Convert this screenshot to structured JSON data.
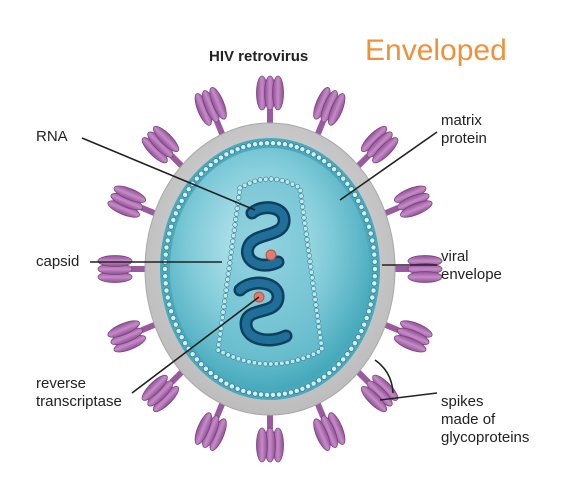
{
  "title": "HIV retrovirus",
  "overlay_label": "Enveloped",
  "labels": {
    "rna": "RNA",
    "capsid": "capsid",
    "reverse_transcriptase": [
      "reverse",
      "transcriptase"
    ],
    "matrix_protein": [
      "matrix",
      "protein"
    ],
    "viral_envelope": [
      "viral",
      "envelope"
    ],
    "spikes": [
      "spikes",
      "made of",
      "glycoproteins"
    ]
  },
  "colors": {
    "envelope": "#c9c9c9",
    "matrix_band": "#5fb7c7",
    "matrix_beads": "#d8eef3",
    "interior": "#58b9c9",
    "interior_light": "#b8e5ee",
    "capsid_beads": "#b0dbe6",
    "rna": "#1e5f86",
    "enzyme": "#e0786a",
    "spike": "#b87ab8",
    "spike_dark": "#8e4f93",
    "overlay_text": "#f0903a"
  }
}
